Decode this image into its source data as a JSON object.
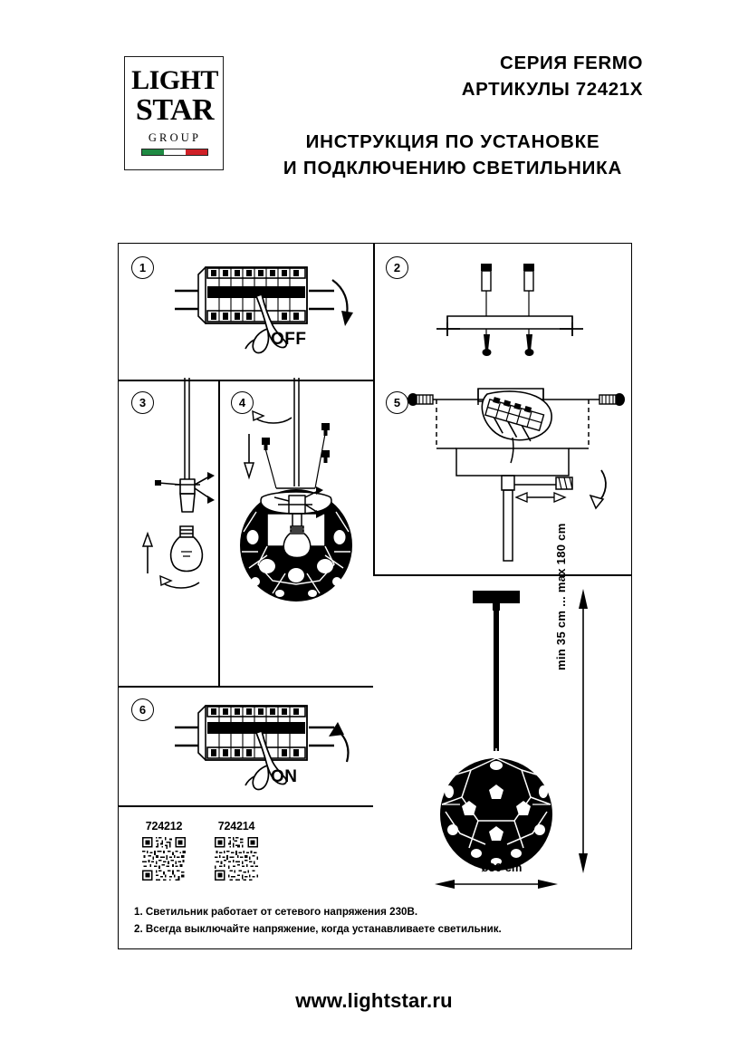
{
  "header": {
    "logo": {
      "line1": "LIGHT",
      "line2": "STAR",
      "line3": "GROUP",
      "flag_colors": [
        "#1f8a43",
        "#ffffff",
        "#cf2027"
      ]
    },
    "series_line": "СЕРИЯ FERMO",
    "article_line": "АРТИКУЛЫ 72421Х",
    "instruction_line1": "ИНСТРУКЦИЯ ПО УСТАНОВКЕ",
    "instruction_line2": "И ПОДКЛЮЧЕНИЮ СВЕТИЛЬНИКА"
  },
  "steps": [
    {
      "number": "1",
      "label": "OFF",
      "description": "turn-off-circuit-breaker"
    },
    {
      "number": "2",
      "label": "",
      "description": "mount-bracket-with-dowels"
    },
    {
      "number": "3",
      "label": "",
      "description": "install-lamp-bulb"
    },
    {
      "number": "4",
      "label": "",
      "description": "attach-sphere-shade"
    },
    {
      "number": "5",
      "label": "",
      "description": "connect-terminal-block-and-fix-canopy"
    },
    {
      "number": "6",
      "label": "ON",
      "description": "turn-on-circuit-breaker"
    }
  ],
  "dimensions": {
    "vertical": "min 35 cm ... max 180 cm",
    "horizontal": "ø30 cm"
  },
  "product_codes": [
    {
      "code": "724212"
    },
    {
      "code": "724214"
    }
  ],
  "notes": [
    "1. Светильник работает от сетевого напряжения 230В.",
    "2. Всегда выключайте напряжение, когда устанавливаете светильник."
  ],
  "footer": {
    "website": "www.lightstar.ru"
  }
}
